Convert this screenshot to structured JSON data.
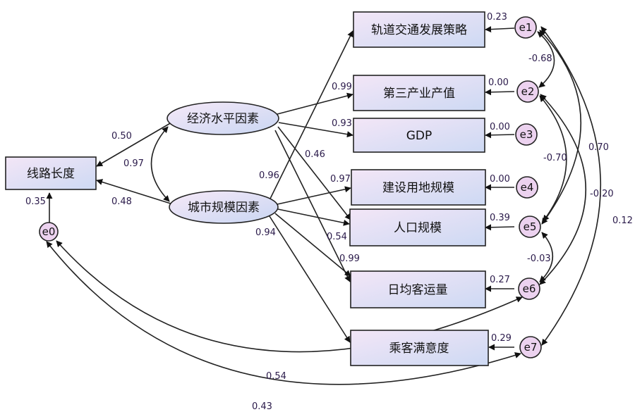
{
  "latent": {
    "economic": "经济水平因素",
    "city": "城市规模因素"
  },
  "outcome": "线路长度",
  "indicators": {
    "strategy": "轨道交通发展策略",
    "tertiary": "第三产业产值",
    "gdp": "GDP",
    "land": "建设用地规模",
    "population": "人口规模",
    "ridership": "日均客运量",
    "satisfaction": "乘客满意度"
  },
  "errors": {
    "e0": "e0",
    "e1": "e1",
    "e2": "e2",
    "e3": "e3",
    "e4": "e4",
    "e5": "e5",
    "e6": "e6",
    "e7": "e7"
  },
  "coefficients": {
    "econ_to_length": "0.50",
    "econ_city_cov": "0.97",
    "city_to_length": "0.48",
    "e0_to_length": "0.35",
    "econ_to_tertiary": "0.99",
    "econ_to_gdp": "0.93",
    "econ_to_pop": "0.46",
    "city_to_strategy": "0.96",
    "city_to_land": "0.97",
    "city_to_satisfaction": "0.94",
    "econ_to_ridership_a": "0.54",
    "econ_to_ridership_b": "0.99",
    "e1_load": "0.23",
    "e2_load": "0.00",
    "e3_load": "0.00",
    "e4_load": "0.00",
    "e5_load": "0.39",
    "e6_load": "0.27",
    "e7_load": "0.29",
    "e1_e2": "-0.68",
    "e1_e5": "0.70",
    "e2_e5": "-0.70",
    "e2_e6": "-0.20",
    "e1_e7": "0.12",
    "e5_e6": "-0.03",
    "e0_e6": "0.54",
    "e0_e7": "0.43"
  },
  "colors": {
    "box_fill_top": "#f3e6f7",
    "box_fill_bottom": "#cdd9f3",
    "circle_fill": "#ecd2ef"
  }
}
